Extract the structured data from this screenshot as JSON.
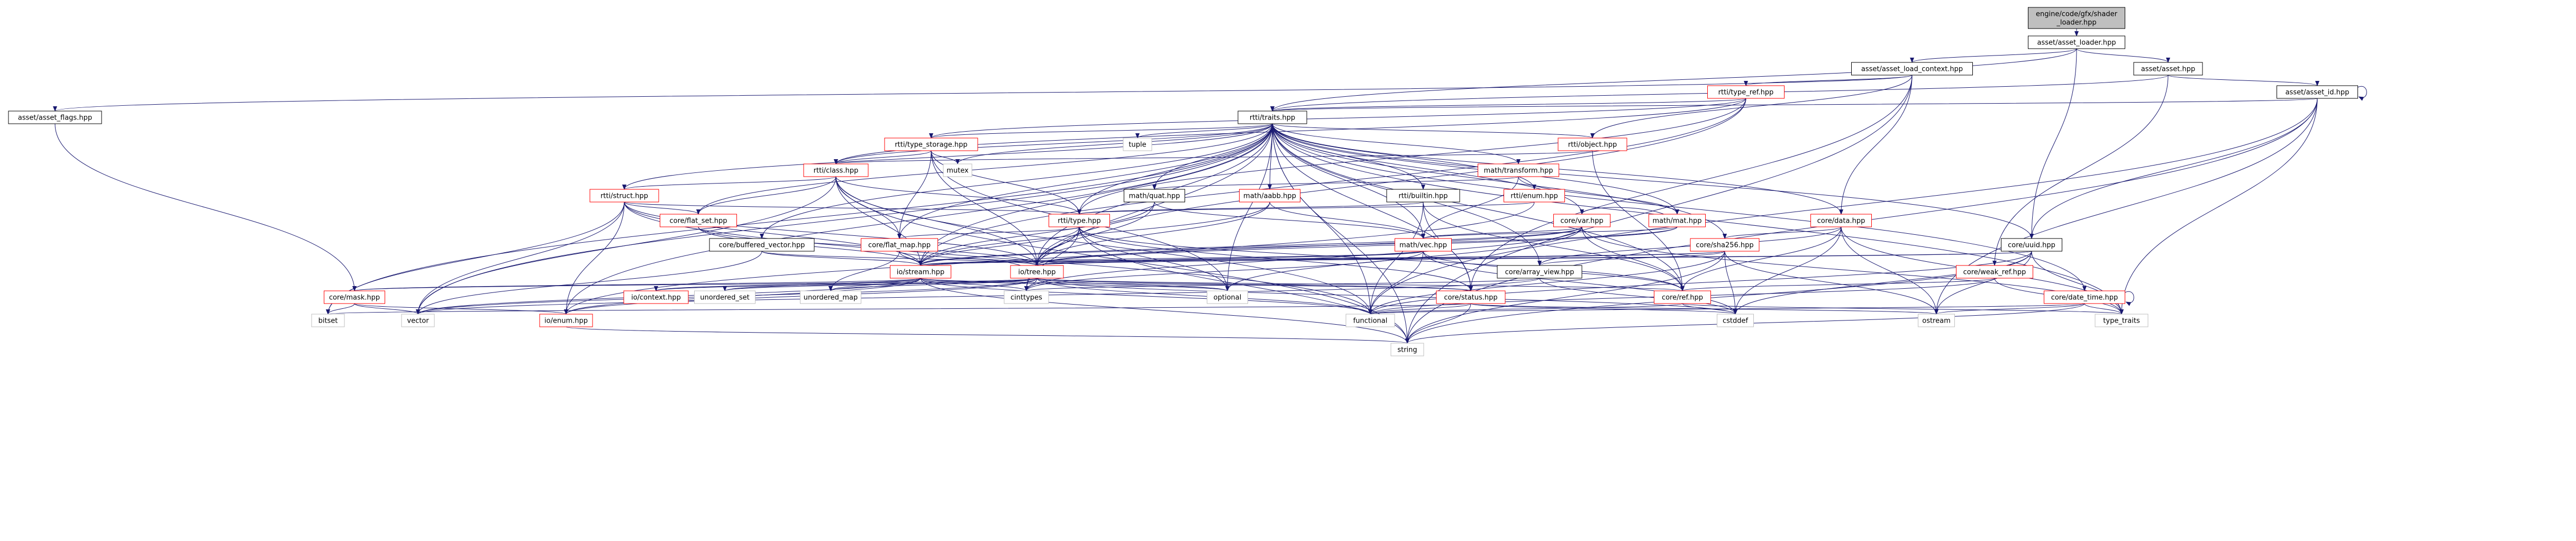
{
  "graph": {
    "root": "engine/code/gfx/shader_loader.hpp",
    "colors": {
      "edge": "#191970",
      "node_border": "#000000",
      "root_fill": "#bfbfbf",
      "external_border": "#bfbfbf",
      "truncated_border": "#ff0000"
    },
    "nodes": [
      {
        "id": "root",
        "label": "engine/code/gfx/shader\n_loader.hpp",
        "kind": "root"
      },
      {
        "id": "asset_loader",
        "label": "asset/asset_loader.hpp",
        "kind": "normal"
      },
      {
        "id": "asset_load_context",
        "label": "asset/asset_load_context.hpp",
        "kind": "normal"
      },
      {
        "id": "asset_asset",
        "label": "asset/asset.hpp",
        "kind": "normal"
      },
      {
        "id": "type_ref",
        "label": "rtti/type_ref.hpp",
        "kind": "truncated"
      },
      {
        "id": "asset_id",
        "label": "asset/asset_id.hpp",
        "kind": "normal"
      },
      {
        "id": "asset_flags",
        "label": "asset/asset_flags.hpp",
        "kind": "normal"
      },
      {
        "id": "traits",
        "label": "rtti/traits.hpp",
        "kind": "normal"
      },
      {
        "id": "type_storage",
        "label": "rtti/type_storage.hpp",
        "kind": "truncated"
      },
      {
        "id": "tuple",
        "label": "tuple",
        "kind": "external"
      },
      {
        "id": "object",
        "label": "rtti/object.hpp",
        "kind": "truncated"
      },
      {
        "id": "class",
        "label": "rtti/class.hpp",
        "kind": "truncated"
      },
      {
        "id": "mutex",
        "label": "mutex",
        "kind": "external"
      },
      {
        "id": "transform",
        "label": "math/transform.hpp",
        "kind": "truncated"
      },
      {
        "id": "struct",
        "label": "rtti/struct.hpp",
        "kind": "truncated"
      },
      {
        "id": "quat",
        "label": "math/quat.hpp",
        "kind": "normal"
      },
      {
        "id": "aabb",
        "label": "math/aabb.hpp",
        "kind": "truncated"
      },
      {
        "id": "builtin",
        "label": "rtti/builtin.hpp",
        "kind": "normal"
      },
      {
        "id": "rtti_enum",
        "label": "rtti/enum.hpp",
        "kind": "truncated"
      },
      {
        "id": "mat",
        "label": "math/mat.hpp",
        "kind": "truncated"
      },
      {
        "id": "core_data",
        "label": "core/data.hpp",
        "kind": "truncated"
      },
      {
        "id": "flat_set",
        "label": "core/flat_set.hpp",
        "kind": "truncated"
      },
      {
        "id": "type",
        "label": "rtti/type.hpp",
        "kind": "truncated"
      },
      {
        "id": "core_var",
        "label": "core/var.hpp",
        "kind": "truncated"
      },
      {
        "id": "buffered_vector",
        "label": "core/buffered_vector.hpp",
        "kind": "normal"
      },
      {
        "id": "flat_map",
        "label": "core/flat_map.hpp",
        "kind": "truncated"
      },
      {
        "id": "vec",
        "label": "math/vec.hpp",
        "kind": "truncated"
      },
      {
        "id": "sha256",
        "label": "core/sha256.hpp",
        "kind": "truncated"
      },
      {
        "id": "uuid",
        "label": "core/uuid.hpp",
        "kind": "normal"
      },
      {
        "id": "istream",
        "label": "io/stream.hpp",
        "kind": "truncated"
      },
      {
        "id": "iotree",
        "label": "io/tree.hpp",
        "kind": "truncated"
      },
      {
        "id": "array_view",
        "label": "core/array_view.hpp",
        "kind": "normal"
      },
      {
        "id": "weak_ref",
        "label": "core/weak_ref.hpp",
        "kind": "truncated"
      },
      {
        "id": "mask",
        "label": "core/mask.hpp",
        "kind": "truncated"
      },
      {
        "id": "iocontext",
        "label": "io/context.hpp",
        "kind": "truncated"
      },
      {
        "id": "unordered_set",
        "label": "unordered_set",
        "kind": "external"
      },
      {
        "id": "unordered_map",
        "label": "unordered_map",
        "kind": "external"
      },
      {
        "id": "cinttypes",
        "label": "cinttypes",
        "kind": "external"
      },
      {
        "id": "optional",
        "label": "optional",
        "kind": "external"
      },
      {
        "id": "status",
        "label": "core/status.hpp",
        "kind": "truncated"
      },
      {
        "id": "ref",
        "label": "core/ref.hpp",
        "kind": "truncated"
      },
      {
        "id": "date_time",
        "label": "core/date_time.hpp",
        "kind": "truncated"
      },
      {
        "id": "bitset",
        "label": "bitset",
        "kind": "external"
      },
      {
        "id": "vector",
        "label": "vector",
        "kind": "external"
      },
      {
        "id": "io_enum",
        "label": "io/enum.hpp",
        "kind": "truncated"
      },
      {
        "id": "functional",
        "label": "functional",
        "kind": "external"
      },
      {
        "id": "cstddef",
        "label": "cstddef",
        "kind": "external"
      },
      {
        "id": "ostream",
        "label": "ostream",
        "kind": "external"
      },
      {
        "id": "type_traits",
        "label": "type_traits",
        "kind": "external"
      },
      {
        "id": "string",
        "label": "string",
        "kind": "external"
      }
    ],
    "edges": [
      [
        "root",
        "asset_loader"
      ],
      [
        "asset_loader",
        "asset_load_context"
      ],
      [
        "asset_loader",
        "asset_asset"
      ],
      [
        "asset_loader",
        "traits"
      ],
      [
        "asset_loader",
        "uuid"
      ],
      [
        "asset_load_context",
        "type_ref"
      ],
      [
        "asset_load_context",
        "object"
      ],
      [
        "asset_load_context",
        "core_data"
      ],
      [
        "asset_load_context",
        "status"
      ],
      [
        "asset_load_context",
        "string"
      ],
      [
        "asset_load_context",
        "asset_flags"
      ],
      [
        "asset_asset",
        "asset_id"
      ],
      [
        "asset_asset",
        "traits"
      ],
      [
        "asset_asset",
        "weak_ref"
      ],
      [
        "asset_id",
        "traits"
      ],
      [
        "asset_id",
        "uuid"
      ],
      [
        "asset_id",
        "ostream"
      ],
      [
        "asset_id",
        "type_traits"
      ],
      [
        "asset_id",
        "string"
      ],
      [
        "asset_id",
        "asset_id"
      ],
      [
        "asset_id",
        "functional"
      ],
      [
        "asset_flags",
        "mask"
      ],
      [
        "type_ref",
        "traits"
      ],
      [
        "type_ref",
        "type_storage"
      ],
      [
        "type_ref",
        "type"
      ],
      [
        "type_ref",
        "class"
      ],
      [
        "type_ref",
        "istream"
      ],
      [
        "type_ref",
        "iotree"
      ],
      [
        "traits",
        "type_storage"
      ],
      [
        "traits",
        "tuple"
      ],
      [
        "traits",
        "object"
      ],
      [
        "traits",
        "class"
      ],
      [
        "traits",
        "mutex"
      ],
      [
        "traits",
        "transform"
      ],
      [
        "traits",
        "struct"
      ],
      [
        "traits",
        "quat"
      ],
      [
        "traits",
        "aabb"
      ],
      [
        "traits",
        "builtin"
      ],
      [
        "traits",
        "rtti_enum"
      ],
      [
        "traits",
        "mat"
      ],
      [
        "traits",
        "core_data"
      ],
      [
        "traits",
        "flat_set"
      ],
      [
        "traits",
        "type"
      ],
      [
        "traits",
        "core_var"
      ],
      [
        "traits",
        "buffered_vector"
      ],
      [
        "traits",
        "flat_map"
      ],
      [
        "traits",
        "vec"
      ],
      [
        "traits",
        "sha256"
      ],
      [
        "traits",
        "uuid"
      ],
      [
        "traits",
        "istream"
      ],
      [
        "traits",
        "iotree"
      ],
      [
        "traits",
        "array_view"
      ],
      [
        "traits",
        "date_time"
      ],
      [
        "traits",
        "cinttypes"
      ],
      [
        "traits",
        "optional"
      ],
      [
        "traits",
        "status"
      ],
      [
        "traits",
        "ref"
      ],
      [
        "traits",
        "bitset"
      ],
      [
        "traits",
        "vector"
      ],
      [
        "traits",
        "io_enum"
      ],
      [
        "traits",
        "functional"
      ],
      [
        "traits",
        "type_traits"
      ],
      [
        "traits",
        "string"
      ],
      [
        "type_storage",
        "class"
      ],
      [
        "type_storage",
        "mutex"
      ],
      [
        "type_storage",
        "type"
      ],
      [
        "type_storage",
        "flat_map"
      ],
      [
        "type_storage",
        "iotree"
      ],
      [
        "type_storage",
        "optional"
      ],
      [
        "object",
        "class"
      ],
      [
        "object",
        "ref"
      ],
      [
        "class",
        "struct"
      ],
      [
        "class",
        "type"
      ],
      [
        "class",
        "flat_set"
      ],
      [
        "class",
        "flat_map"
      ],
      [
        "class",
        "istream"
      ],
      [
        "class",
        "iotree"
      ],
      [
        "class",
        "vector"
      ],
      [
        "class",
        "string"
      ],
      [
        "class",
        "functional"
      ],
      [
        "transform",
        "quat"
      ],
      [
        "transform",
        "vec"
      ],
      [
        "transform",
        "mat"
      ],
      [
        "struct",
        "flat_set"
      ],
      [
        "struct",
        "type"
      ],
      [
        "struct",
        "istream"
      ],
      [
        "struct",
        "iotree"
      ],
      [
        "struct",
        "functional"
      ],
      [
        "struct",
        "io_enum"
      ],
      [
        "struct",
        "vector"
      ],
      [
        "struct",
        "bitset"
      ],
      [
        "quat",
        "vec"
      ],
      [
        "quat",
        "istream"
      ],
      [
        "quat",
        "iotree"
      ],
      [
        "aabb",
        "vec"
      ],
      [
        "aabb",
        "istream"
      ],
      [
        "aabb",
        "iotree"
      ],
      [
        "builtin",
        "type"
      ],
      [
        "builtin",
        "status"
      ],
      [
        "builtin",
        "ref"
      ],
      [
        "builtin",
        "functional"
      ],
      [
        "rtti_enum",
        "type"
      ],
      [
        "rtti_enum",
        "io_enum"
      ],
      [
        "mat",
        "vec"
      ],
      [
        "mat",
        "istream"
      ],
      [
        "mat",
        "iotree"
      ],
      [
        "core_data",
        "sha256"
      ],
      [
        "core_data",
        "array_view"
      ],
      [
        "core_data",
        "ref"
      ],
      [
        "core_data",
        "ostream"
      ],
      [
        "core_data",
        "cstddef"
      ],
      [
        "core_data",
        "type_traits"
      ],
      [
        "flat_set",
        "istream"
      ],
      [
        "flat_set",
        "iotree"
      ],
      [
        "type",
        "flat_map"
      ],
      [
        "type",
        "istream"
      ],
      [
        "type",
        "iotree"
      ],
      [
        "type",
        "cinttypes"
      ],
      [
        "type",
        "optional"
      ],
      [
        "type",
        "string"
      ],
      [
        "type",
        "ref"
      ],
      [
        "type",
        "status"
      ],
      [
        "core_var",
        "vec"
      ],
      [
        "core_var",
        "mat"
      ],
      [
        "core_var",
        "istream"
      ],
      [
        "core_var",
        "iotree"
      ],
      [
        "core_var",
        "ref"
      ],
      [
        "core_var",
        "cinttypes"
      ],
      [
        "core_var",
        "optional"
      ],
      [
        "core_var",
        "type_traits"
      ],
      [
        "buffered_vector",
        "istream"
      ],
      [
        "buffered_vector",
        "iotree"
      ],
      [
        "buffered_vector",
        "vector"
      ],
      [
        "flat_map",
        "istream"
      ],
      [
        "flat_map",
        "iotree"
      ],
      [
        "flat_map",
        "unordered_map"
      ],
      [
        "vec",
        "istream"
      ],
      [
        "vec",
        "iotree"
      ],
      [
        "vec",
        "ref"
      ],
      [
        "vec",
        "cinttypes"
      ],
      [
        "vec",
        "functional"
      ],
      [
        "vec",
        "cstddef"
      ],
      [
        "sha256",
        "array_view"
      ],
      [
        "sha256",
        "istream"
      ],
      [
        "sha256",
        "iotree"
      ],
      [
        "sha256",
        "ostream"
      ],
      [
        "sha256",
        "cstddef"
      ],
      [
        "sha256",
        "string"
      ],
      [
        "sha256",
        "functional"
      ],
      [
        "uuid",
        "istream"
      ],
      [
        "uuid",
        "iotree"
      ],
      [
        "uuid",
        "ostream"
      ],
      [
        "uuid",
        "type_traits"
      ],
      [
        "uuid",
        "cstddef"
      ],
      [
        "uuid",
        "functional"
      ],
      [
        "uuid",
        "string"
      ],
      [
        "istream",
        "iocontext"
      ],
      [
        "istream",
        "iotree"
      ],
      [
        "istream",
        "mask"
      ],
      [
        "istream",
        "unordered_set"
      ],
      [
        "istream",
        "unordered_map"
      ],
      [
        "istream",
        "cinttypes"
      ],
      [
        "istream",
        "optional"
      ],
      [
        "istream",
        "status"
      ],
      [
        "istream",
        "vector"
      ],
      [
        "istream",
        "io_enum"
      ],
      [
        "istream",
        "functional"
      ],
      [
        "istream",
        "string"
      ],
      [
        "iotree",
        "iocontext"
      ],
      [
        "iotree",
        "mask"
      ],
      [
        "iotree",
        "unordered_set"
      ],
      [
        "iotree",
        "unordered_map"
      ],
      [
        "iotree",
        "cinttypes"
      ],
      [
        "iotree",
        "optional"
      ],
      [
        "iotree",
        "status"
      ],
      [
        "iotree",
        "ref"
      ],
      [
        "iotree",
        "vector"
      ],
      [
        "iotree",
        "io_enum"
      ],
      [
        "iotree",
        "functional"
      ],
      [
        "iotree",
        "cstddef"
      ],
      [
        "array_view",
        "cinttypes"
      ],
      [
        "array_view",
        "vector"
      ],
      [
        "array_view",
        "cstddef"
      ],
      [
        "weak_ref",
        "ref"
      ],
      [
        "weak_ref",
        "functional"
      ],
      [
        "weak_ref",
        "type_traits"
      ],
      [
        "mask",
        "bitset"
      ],
      [
        "mask",
        "vector"
      ],
      [
        "mask",
        "io_enum"
      ],
      [
        "status",
        "bitset"
      ],
      [
        "status",
        "functional"
      ],
      [
        "status",
        "ostream"
      ],
      [
        "status",
        "string"
      ],
      [
        "status",
        "cstddef"
      ],
      [
        "ref",
        "functional"
      ],
      [
        "ref",
        "type_traits"
      ],
      [
        "ref",
        "cstddef"
      ],
      [
        "date_time",
        "date_time"
      ],
      [
        "date_time",
        "ostream"
      ],
      [
        "date_time",
        "type_traits"
      ],
      [
        "date_time",
        "string"
      ],
      [
        "date_time",
        "functional"
      ],
      [
        "io_enum",
        "string"
      ]
    ]
  }
}
